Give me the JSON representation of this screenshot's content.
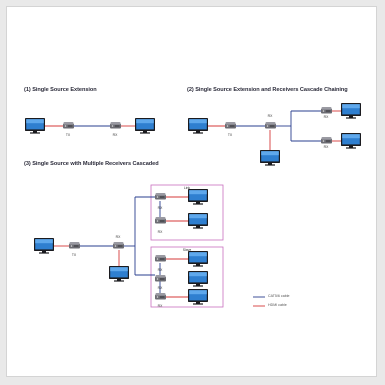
{
  "diagrams": {
    "single_extension": {
      "caption": "(1) Single Source Extension"
    },
    "cascade_chaining": {
      "caption": "(2) Single Source Extension and Receivers Cascade Chaining"
    },
    "multiple_receivers": {
      "caption": "(3) Single Source with Multiple Receivers Cascaded",
      "group_top_label": "Link",
      "group_bottom_label": "Slave"
    }
  },
  "device_labels": {
    "tx": "TX",
    "rx": "RX"
  },
  "legend": {
    "network": {
      "label": "CAT5/6 cable",
      "color": "#2a3f8f"
    },
    "hdmi": {
      "label": "HDMI cable",
      "color": "#d43a3a"
    }
  },
  "colors": {
    "group_border": "#c96fbf",
    "device_body": "#6b6b72",
    "screen_blue": "#2f7fd0"
  },
  "icons": [
    "monitor-icon",
    "extender-icon"
  ]
}
